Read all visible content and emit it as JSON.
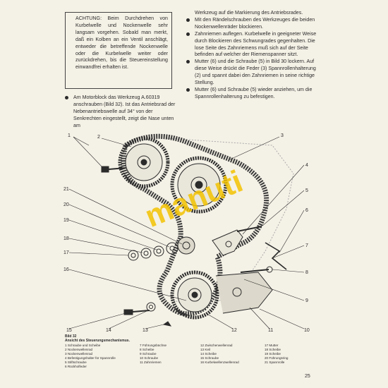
{
  "warning_box": {
    "text": "ACHTUNG: Beim Durchdrehen von Kurbelwelle und Nockenwelle sehr langsam vorgehen. Sobald man merkt, daß ein Kolben an ein Ventil anschlägt, entweder die betreffende Nockenwelle oder die Kurbelwelle weiter oder zurückdrehen, bis die Steuereinstellung einwandfrei erhalten ist."
  },
  "left_column": {
    "paragraph": "Am Motorblock das Werkzeug A.60319 anschrauben (Bild 32). Ist das Antriebsrad der Nebenantriebswelle auf 34° von der Senkrechten eingestellt, zeigt die Nase unten am"
  },
  "right_column": {
    "continuation": "Werkzeug auf die Markierung des Antriebsrades.",
    "bullets": [
      "Mit den Rändelschrauben des Werkzeuges die beiden Nockenwellenräder blockieren.",
      "Zahnriemen auflegen. Kurbelwelle in geeigneter Weise durch Blockieren des Schwungrades gegenhalten. Die lose Seite des Zahnriemens muß sich auf der Seite befinden auf welcher der Riemenspanner sitzt.",
      "Mutter (6) und die Schraube (5) in Bild 30 lockern. Auf diese Weise drückt die Feder (3) Spannrollenhalterung (2) und spannt dabei den Zahnriemen in seine richtige Stellung.",
      "Mutter (6) und Schraube (5) wieder anziehen, um die Spannrollenhalterung zu befestigen."
    ]
  },
  "figure": {
    "callouts": [
      "1",
      "2",
      "3",
      "4",
      "5",
      "6",
      "7",
      "8",
      "9",
      "10",
      "11",
      "12",
      "13",
      "14",
      "15",
      "16",
      "17",
      "18",
      "19",
      "20",
      "21"
    ],
    "watermark_text": "manuti",
    "caption_title": "Bild 32",
    "caption_subtitle": "Ansicht des Steuerungsmechanismus.",
    "legend": [
      "1  Schraube und Scheibe",
      "2  Nockenwellenrad",
      "3  Nockenwellenrad",
      "4  Befestigungshalter für Spannrolle",
      "5  Stiftschraube",
      "6  Rückholfeder",
      "7  Führungsbüchse",
      "8  Scheibe",
      "9  Schraube",
      "10  Schraube",
      "11  Zahnriemen",
      "12  Zwischenwellenrad",
      "13  Keil",
      "14  Scheibe",
      "15  Schraube",
      "16  Kurbelwellenzwellenrad",
      "17  Mutter",
      "18  Scheibe",
      "19  Scheibe",
      "20  Führungsring",
      "21  Spannrolle"
    ]
  },
  "page_number": "25"
}
